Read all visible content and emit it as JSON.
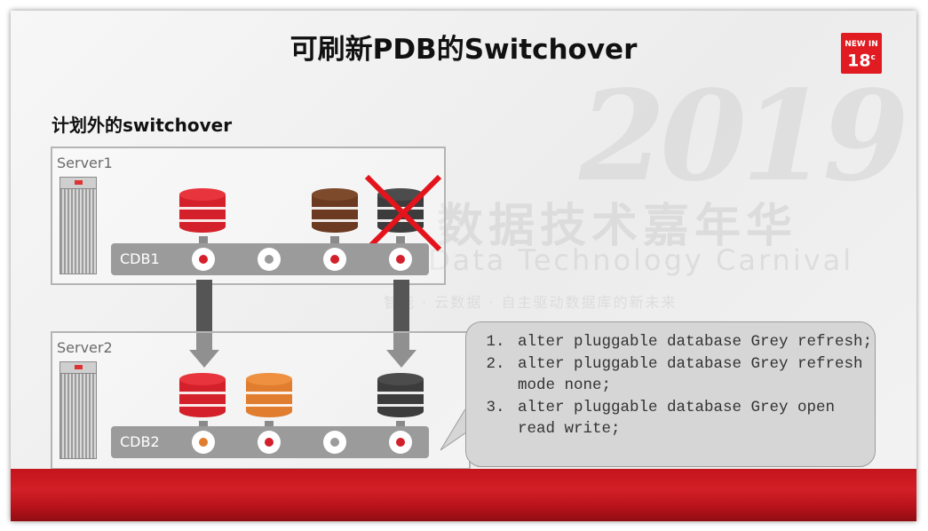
{
  "title": "可刷新PDB的Switchover",
  "badge": {
    "line1": "NEW IN",
    "line2": "18",
    "sup": "c"
  },
  "subtitle": "计划外的switchover",
  "watermark": {
    "year": "2019",
    "cn": "数据技术嘉年华",
    "en": "Data Technology Carnival",
    "sub": "智能 · 云数据 · 自主驱动数据库的新未来"
  },
  "server1": {
    "label": "Server1",
    "cdb_label": "CDB1"
  },
  "server2": {
    "label": "Server2",
    "cdb_label": "CDB2"
  },
  "commands": [
    "alter pluggable database Grey refresh;",
    "alter pluggable database Grey refresh mode none;",
    "alter pluggable database Grey open read write;"
  ],
  "colors": {
    "red": "#d4202a",
    "brown": "#6b3a20",
    "grey": "#3c3c3c",
    "orange": "#e07d2e",
    "accent": "#e11b22",
    "cross": "#e3141c"
  }
}
